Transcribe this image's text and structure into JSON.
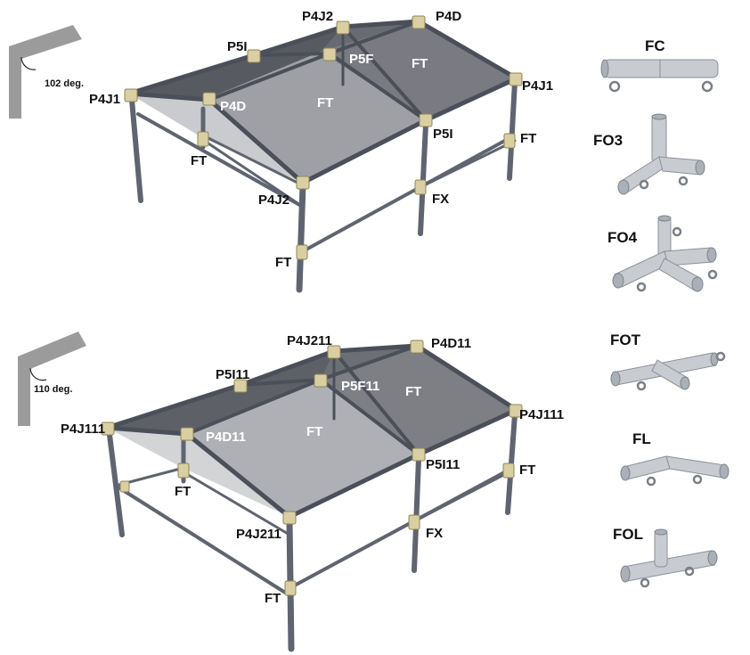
{
  "angle_top": "102 deg.",
  "angle_bottom": "110 deg.",
  "top_frame": {
    "P4J2_top": "P4J2",
    "P4D_top": "P4D",
    "P5I_top": "P5I",
    "P5F": "P5F",
    "FT_ridge_right": "FT",
    "FT_ridge_mid": "FT",
    "P4J1_left": "P4J1",
    "P4J1_right": "P4J1",
    "P4D_left": "P4D",
    "P5I_front": "P5I",
    "FT_right": "FT",
    "FT_left": "FT",
    "P4J2_front": "P4J2",
    "FX": "FX",
    "FT_front": "FT"
  },
  "bottom_frame": {
    "P4J211_top": "P4J211",
    "P4D11_top": "P4D11",
    "P5I11_top": "P5I11",
    "P5F11": "P5F11",
    "FT_ridge_right": "FT",
    "FT_ridge_mid": "FT",
    "P4J111_left": "P4J111",
    "P4J111_right": "P4J111",
    "P4D11_left": "P4D11",
    "P5I11_front": "P5I11",
    "FT_right": "FT",
    "FT_left": "FT",
    "P4J211_front": "P4J211",
    "FX": "FX",
    "FT_front": "FT"
  },
  "parts": {
    "FC": "FC",
    "FO3": "FO3",
    "FO4": "FO4",
    "FOT": "FOT",
    "FL": "FL",
    "FOL": "FOL"
  },
  "colors": {
    "roof_dark": "#5e6068",
    "roof_light": "#9a9ca3",
    "pole": "#5f6470",
    "joint": "#d9cfa3",
    "angle_bar": "#9a9a9a"
  }
}
